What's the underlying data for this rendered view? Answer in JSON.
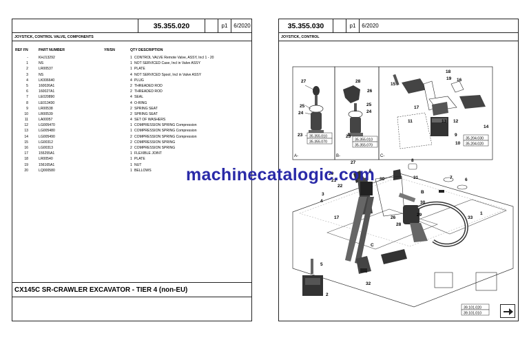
{
  "left_page": {
    "header": {
      "code": "35.355.020",
      "page": "p1",
      "date": "6/2020"
    },
    "section_title": "JOYSTICK, CONTROL VALVE, COMPONENTS",
    "columns": {
      "ref_fn": "REF FN",
      "part_number": "PART NUMBER",
      "yr_sn": "YR/SN",
      "qty_desc": "QTY DESCRIPTION"
    },
    "parts": [
      {
        "ref": "-",
        "part": "KHJ13292",
        "qty": "1",
        "desc": "CONTROL VALVE  Remote Valve, ASSY, Incl 1 - 20"
      },
      {
        "ref": "1",
        "part": "NS",
        "qty": "1",
        "desc": "NOT SERVICED  Case, Incl in Valve ASSY"
      },
      {
        "ref": "2",
        "part": "LR00537",
        "qty": "1",
        "desc": "PLATE"
      },
      {
        "ref": "3",
        "part": "NS",
        "qty": "4",
        "desc": "NOT SERVICED  Spool, Incl in Valve ASSY"
      },
      {
        "ref": "4",
        "part": "LK006640",
        "qty": "4",
        "desc": "PLUG"
      },
      {
        "ref": "5",
        "part": "160026A1",
        "qty": "2",
        "desc": "THREADED ROD"
      },
      {
        "ref": "6",
        "part": "160027A1",
        "qty": "2",
        "desc": "THREADED ROD"
      },
      {
        "ref": "7",
        "part": "LE020890",
        "qty": "4",
        "desc": "SEAL"
      },
      {
        "ref": "8",
        "part": "LE013430",
        "qty": "4",
        "desc": "O-RING"
      },
      {
        "ref": "9",
        "part": "LR00538",
        "qty": "2",
        "desc": "SPRING SEAT"
      },
      {
        "ref": "10",
        "part": "LR00539",
        "qty": "2",
        "desc": "SPRING SEAT"
      },
      {
        "ref": "11",
        "part": "LA00057",
        "qty": "4",
        "desc": "SET OF WASHERS"
      },
      {
        "ref": "12",
        "part": "LG005470",
        "qty": "1",
        "desc": "COMPRESSION SPRING  Compression"
      },
      {
        "ref": "13",
        "part": "LG005480",
        "qty": "1",
        "desc": "COMPRESSION SPRING  Compression"
      },
      {
        "ref": "14",
        "part": "LG005490",
        "qty": "2",
        "desc": "COMPRESSION SPRING  Compression"
      },
      {
        "ref": "15",
        "part": "LG00312",
        "qty": "2",
        "desc": "COMPRESSION SPRING"
      },
      {
        "ref": "16",
        "part": "LG00313",
        "qty": "2",
        "desc": "COMPRESSION SPRING"
      },
      {
        "ref": "17",
        "part": "155255A1",
        "qty": "1",
        "desc": "FLEXIBLE JOINT"
      },
      {
        "ref": "18",
        "part": "LR00540",
        "qty": "1",
        "desc": "PLATE"
      },
      {
        "ref": "19",
        "part": "156165A1",
        "qty": "1",
        "desc": "NUT"
      },
      {
        "ref": "20",
        "part": "LQ000580",
        "qty": "1",
        "desc": "BELLOWS"
      }
    ],
    "footer_title": "CX145C SR-CRAWLER EXCAVATOR - TIER 4 (non-EU)"
  },
  "right_page": {
    "header": {
      "code": "35.355.030",
      "page": "p1",
      "date": "6/2020"
    },
    "section_title": "JOYSTICK, CONTROL",
    "insets": {
      "a": {
        "letter": "A-",
        "refs": [
          "35.355.010",
          "35.355.070"
        ]
      },
      "b": {
        "letter": "B-",
        "refs": [
          "35.355.010",
          "35.355.070"
        ]
      },
      "c": {
        "letter": "C-",
        "refs": [
          "35.204.030",
          "35.204.020"
        ]
      }
    },
    "bottom_refs": [
      "39.101.020",
      "39.101.010"
    ],
    "callouts_a": [
      "27",
      "25",
      "24",
      "23"
    ],
    "callouts_b": [
      "28",
      "26",
      "25",
      "24",
      "23"
    ],
    "callouts_c": [
      "18",
      "19",
      "16",
      "14",
      "15",
      "17",
      "11",
      "13",
      "12",
      "9",
      "10"
    ],
    "callouts_main": [
      "27",
      "A",
      "30",
      "8",
      "20",
      "21",
      "22",
      "3",
      "4",
      "17",
      "31",
      "7",
      "6",
      "B",
      "30",
      "29",
      "28",
      "26",
      "1",
      "33",
      "C",
      "5",
      "32",
      "2"
    ]
  },
  "watermark": "machinecatalogic.com"
}
